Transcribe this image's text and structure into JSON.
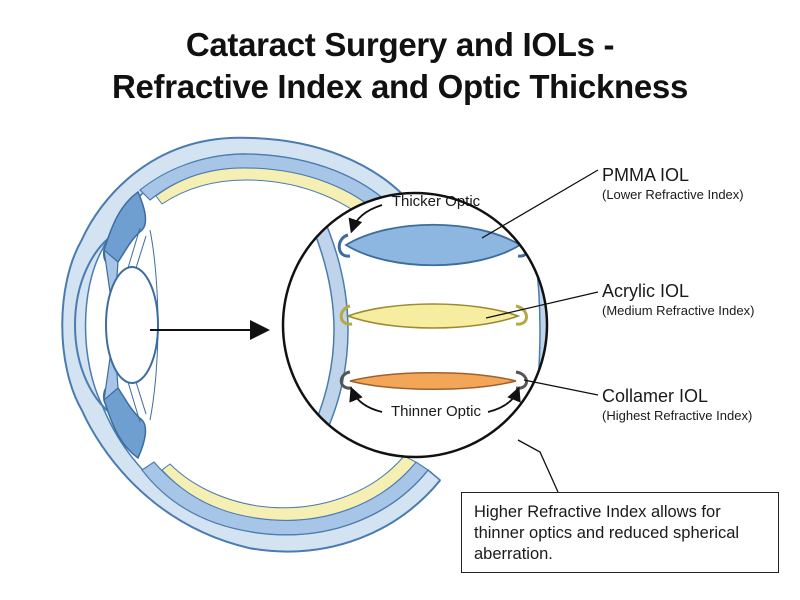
{
  "title": {
    "line1": "Cataract Surgery and IOLs -",
    "line2": "Refractive Index and Optic Thickness"
  },
  "optic_labels": {
    "thicker": "Thicker Optic",
    "thinner": "Thinner Optic"
  },
  "lenses": [
    {
      "name": "PMMA IOL",
      "index_note": "(Lower Refractive Index)",
      "color": "#8db6e0"
    },
    {
      "name": "Acrylic IOL",
      "index_note": "(Medium Refractive Index)",
      "color": "#f6eda0"
    },
    {
      "name": "Collamer IOL",
      "index_note": "(Highest Refractive Index)",
      "color": "#f3a558"
    }
  ],
  "note": "Higher Refractive Index allows for thinner optics and reduced spherical aberration.",
  "colors": {
    "eye_outer": "#d3e3f2",
    "eye_blue": "#a7c5e6",
    "eye_dark": "#4a7cb0",
    "retina_yellow": "#f5efb4",
    "outline": "#1a1a1a"
  }
}
